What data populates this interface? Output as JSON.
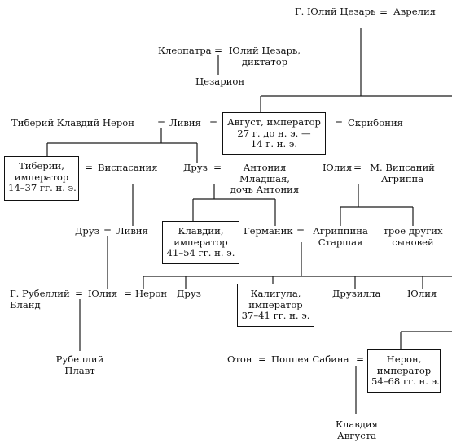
{
  "people": {
    "gaius_julius_caesar": "Г. Юлий Цезарь",
    "aurelia": "Аврелия",
    "cleopatra": "Клеопатра",
    "julius_caesar_dictator": [
      "Юлий Цезарь,",
      "диктатор"
    ],
    "caesarion": "Цезарион",
    "tiberius_claudius_nero": "Тиберий Клавдий Нерон",
    "livia": "Ливия",
    "augustus": [
      "Август, император",
      "27 г. до н. э. —",
      "14 г. н. э."
    ],
    "scribonia": "Скрибония",
    "tiberius": [
      "Тиберий,",
      "император",
      "14–37 гг. н. э."
    ],
    "vipsania": "Виспасания",
    "drusus": "Друз",
    "antonia_minor": [
      "Антония",
      "Младшая,",
      "дочь Антония"
    ],
    "julia": "Юлия",
    "agrippa": [
      "М. Випсаний",
      "Агриппа"
    ],
    "drusus_son": "Друз",
    "livia_2": "Ливия",
    "claudius": [
      "Клавдий,",
      "император",
      "41–54 гг. н. э."
    ],
    "germanicus": "Германик",
    "agrippina": [
      "Агриппина",
      "Старшая"
    ],
    "three_sons": [
      "трое других",
      "сыновей"
    ],
    "rubellius_blandus": [
      "Г. Рубеллий",
      "Бланд"
    ],
    "julia_2": "Юлия",
    "nero_son": "Нерон",
    "drusus_3": "Друз",
    "caligula": [
      "Калигула,",
      "император",
      "37–41 гг. н. э."
    ],
    "drusilla": "Друзилла",
    "julia_3": "Юлия",
    "rubellius_plautus": [
      "Рубеллий",
      "Плавт"
    ],
    "otho": "Отон",
    "poppaea": "Поппея Сабина",
    "nero": [
      "Нерон,",
      "император",
      "54–68 гг. н. э."
    ],
    "claudia_augusta": [
      "Клавдия",
      "Августа"
    ]
  },
  "marriage_symbol": "="
}
